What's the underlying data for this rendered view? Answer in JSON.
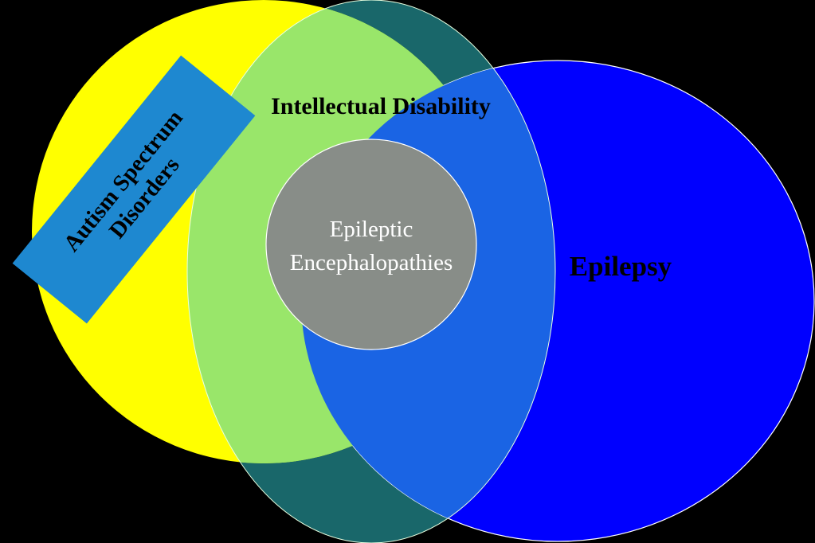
{
  "diagram": {
    "type": "venn",
    "background_color": "#000000",
    "sets": {
      "autism": {
        "label_line1": "Autism Spectrum",
        "label_line2": "Disorders",
        "fill_color": "#ffff00",
        "label_box_color": "#1e88d0"
      },
      "intellectual_disability": {
        "label": "Intellectual Disability",
        "fill_color": "#99e66a",
        "outer_color": "#19676a"
      },
      "epilepsy": {
        "label": "Epilepsy",
        "fill_color": "#0000ff",
        "overlap_color": "#1a64e4"
      },
      "epileptic_encephalopathies": {
        "label_line1": "Epileptic",
        "label_line2": "Encephalopathies",
        "fill_color": "#888d88"
      }
    }
  }
}
